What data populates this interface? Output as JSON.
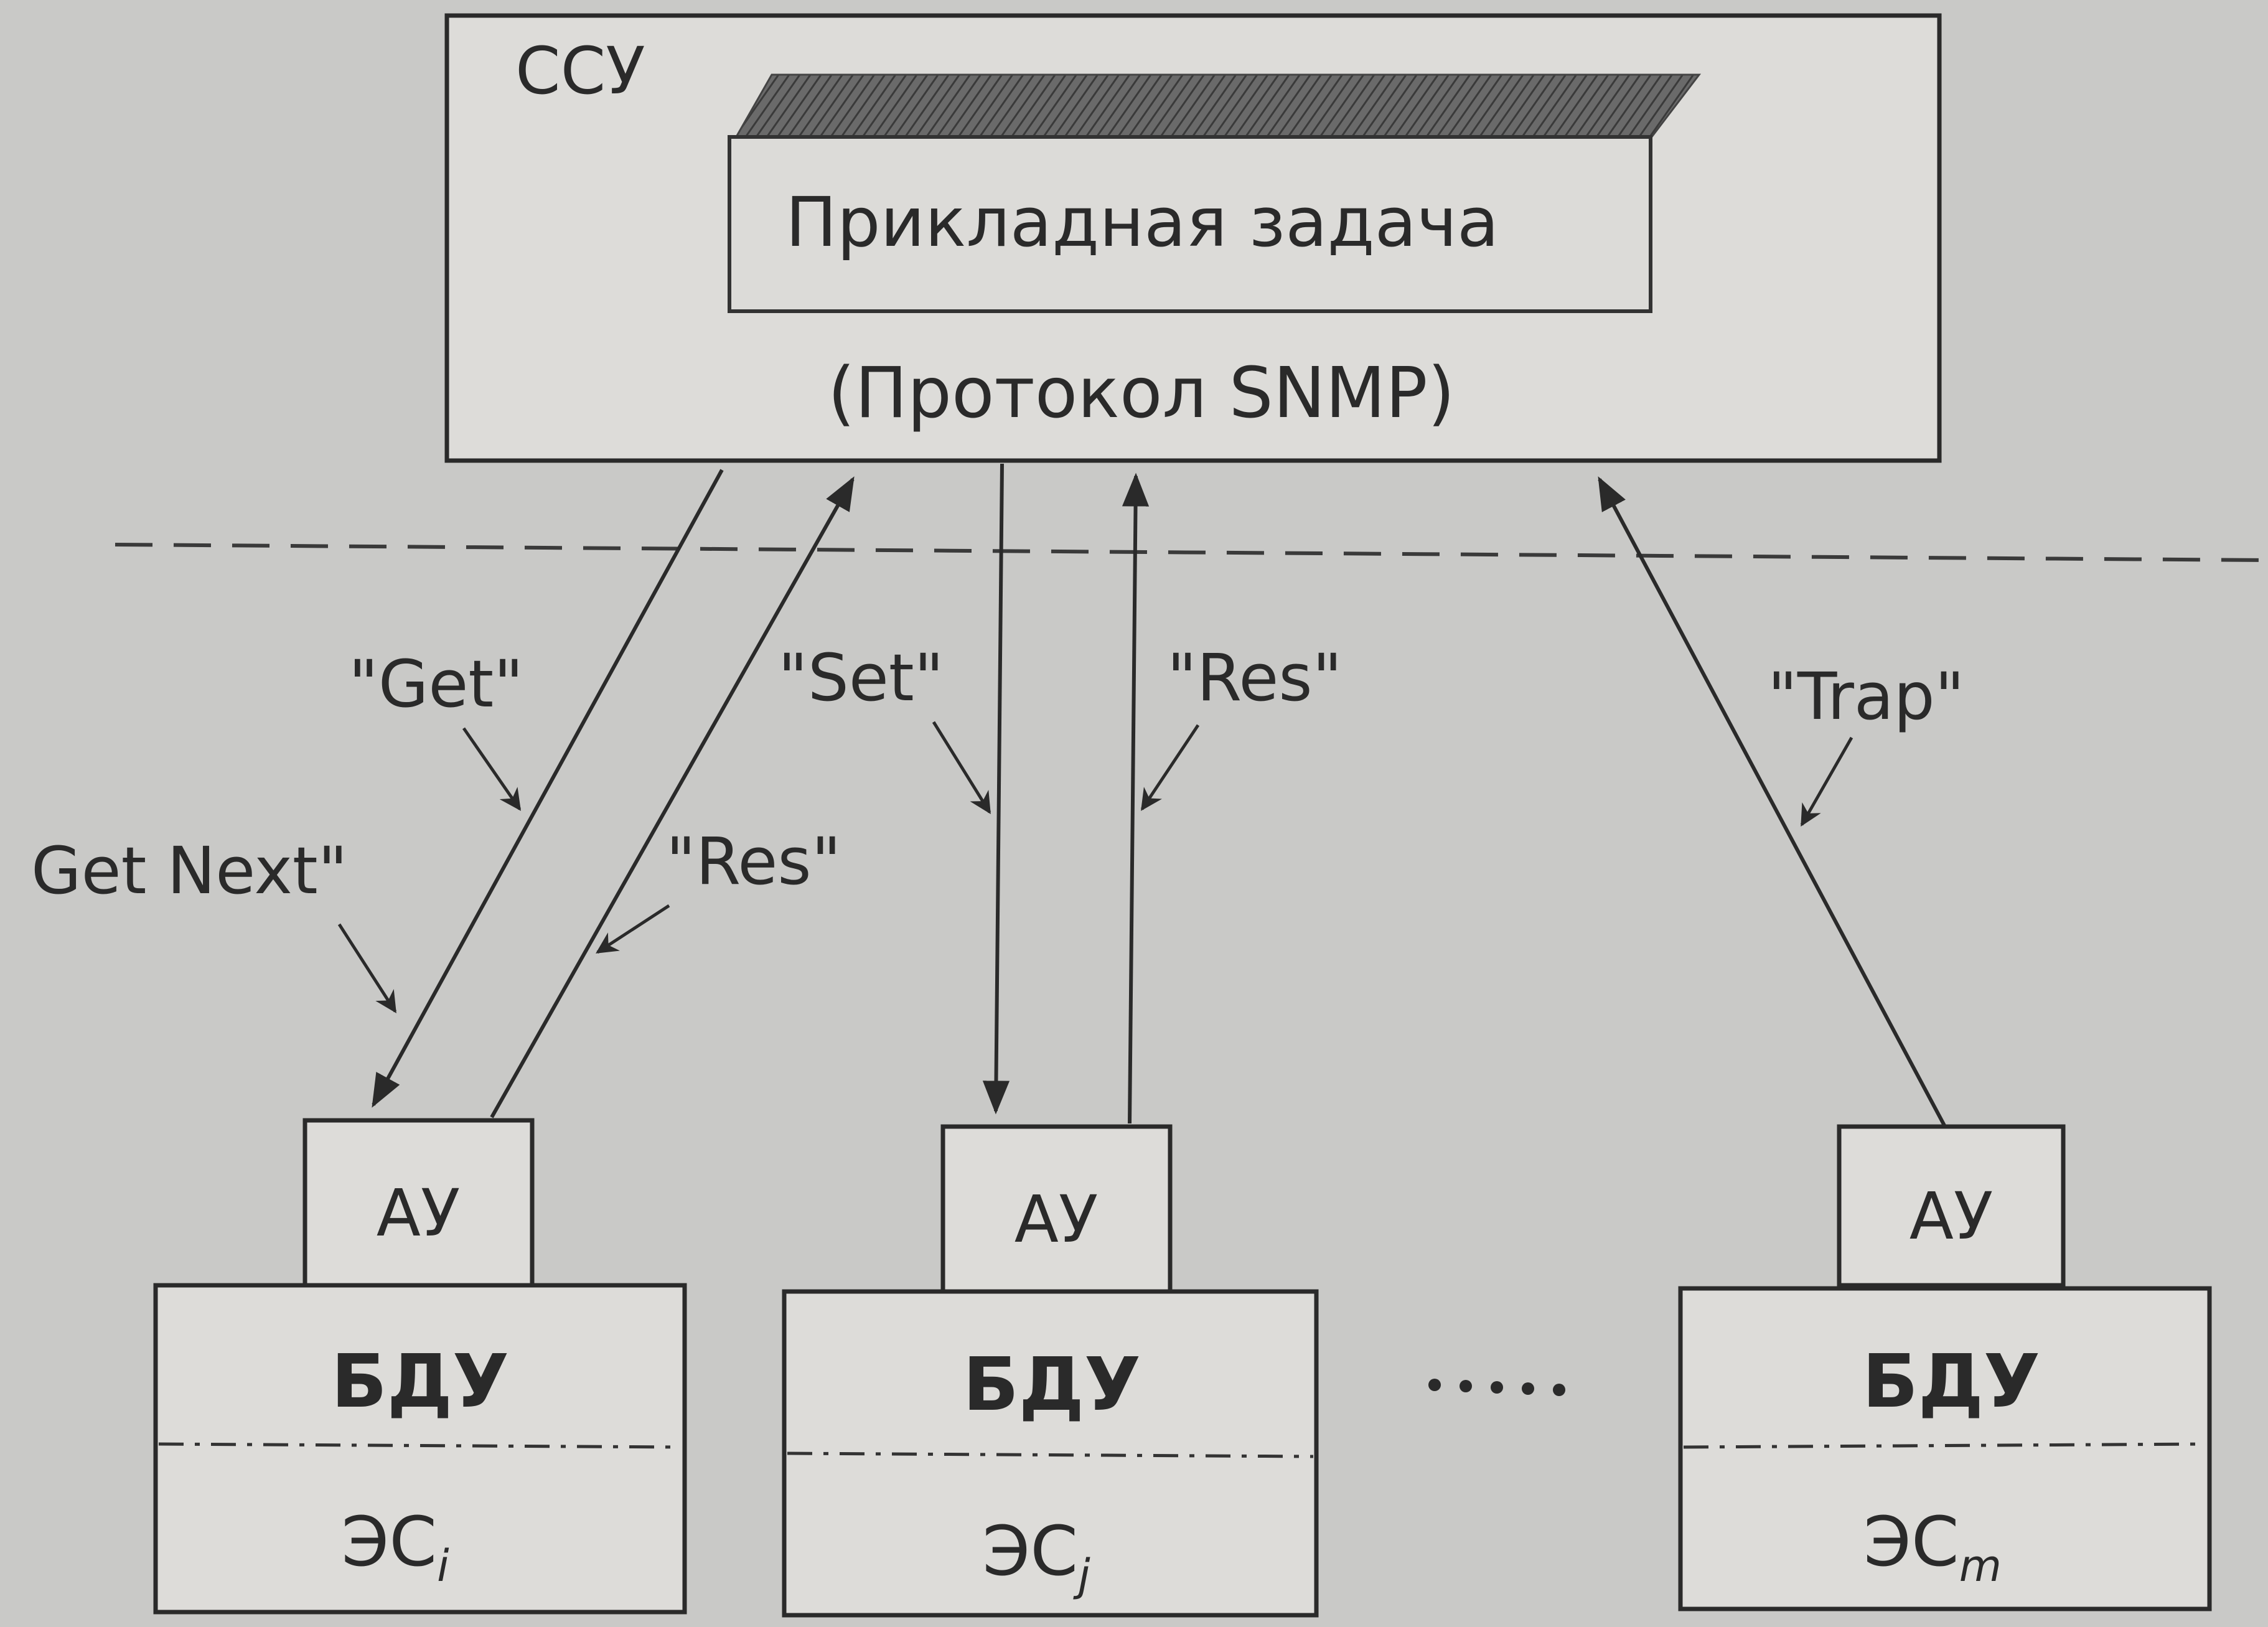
{
  "manager": {
    "name": "ССУ",
    "app": "Прикладная задача",
    "protocol": "(Протокол SNMP)"
  },
  "messages": {
    "get": "\"Get\"",
    "getnext": "Get Next\"",
    "res1": "\"Res\"",
    "set": "\"Set\"",
    "res2": "\"Res\"",
    "trap": "\"Trap\""
  },
  "nodes": [
    {
      "agent": "АУ",
      "db": "БДУ",
      "es": "ЭС",
      "es_sub": "i"
    },
    {
      "agent": "АУ",
      "db": "БДУ",
      "es": "ЭС",
      "es_sub": "j"
    },
    {
      "agent": "АУ",
      "db": "БДУ",
      "es": "ЭС",
      "es_sub": "m"
    }
  ],
  "ellipsis": "....."
}
